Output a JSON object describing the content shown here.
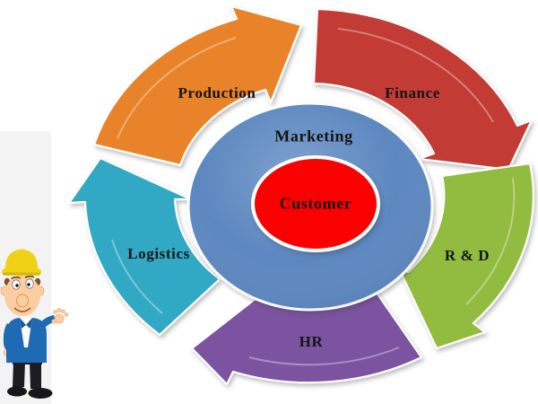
{
  "diagram": {
    "type": "cycle-diagram",
    "center": {
      "core_label": "Customer",
      "core_color": "#FB0306",
      "ring_label": "Marketing",
      "ring_color": "#5B87C0"
    },
    "segments": [
      {
        "id": "production",
        "label": "Production",
        "color": "#E8832B"
      },
      {
        "id": "finance",
        "label": "Finance",
        "color": "#C23A36"
      },
      {
        "id": "rd",
        "label": "R & D",
        "color": "#92BC3F"
      },
      {
        "id": "hr",
        "label": "HR",
        "color": "#7C52A1"
      },
      {
        "id": "logistics",
        "label": "Logistics",
        "color": "#31A9C4"
      }
    ],
    "label_color": "#141414"
  },
  "mascot": {
    "icon": "construction-worker-mascot",
    "hat_color": "#EFD215",
    "skin_color": "#FBCDA0",
    "jacket_color": "#1E6BB4",
    "pants_color": "#1C1C22"
  }
}
